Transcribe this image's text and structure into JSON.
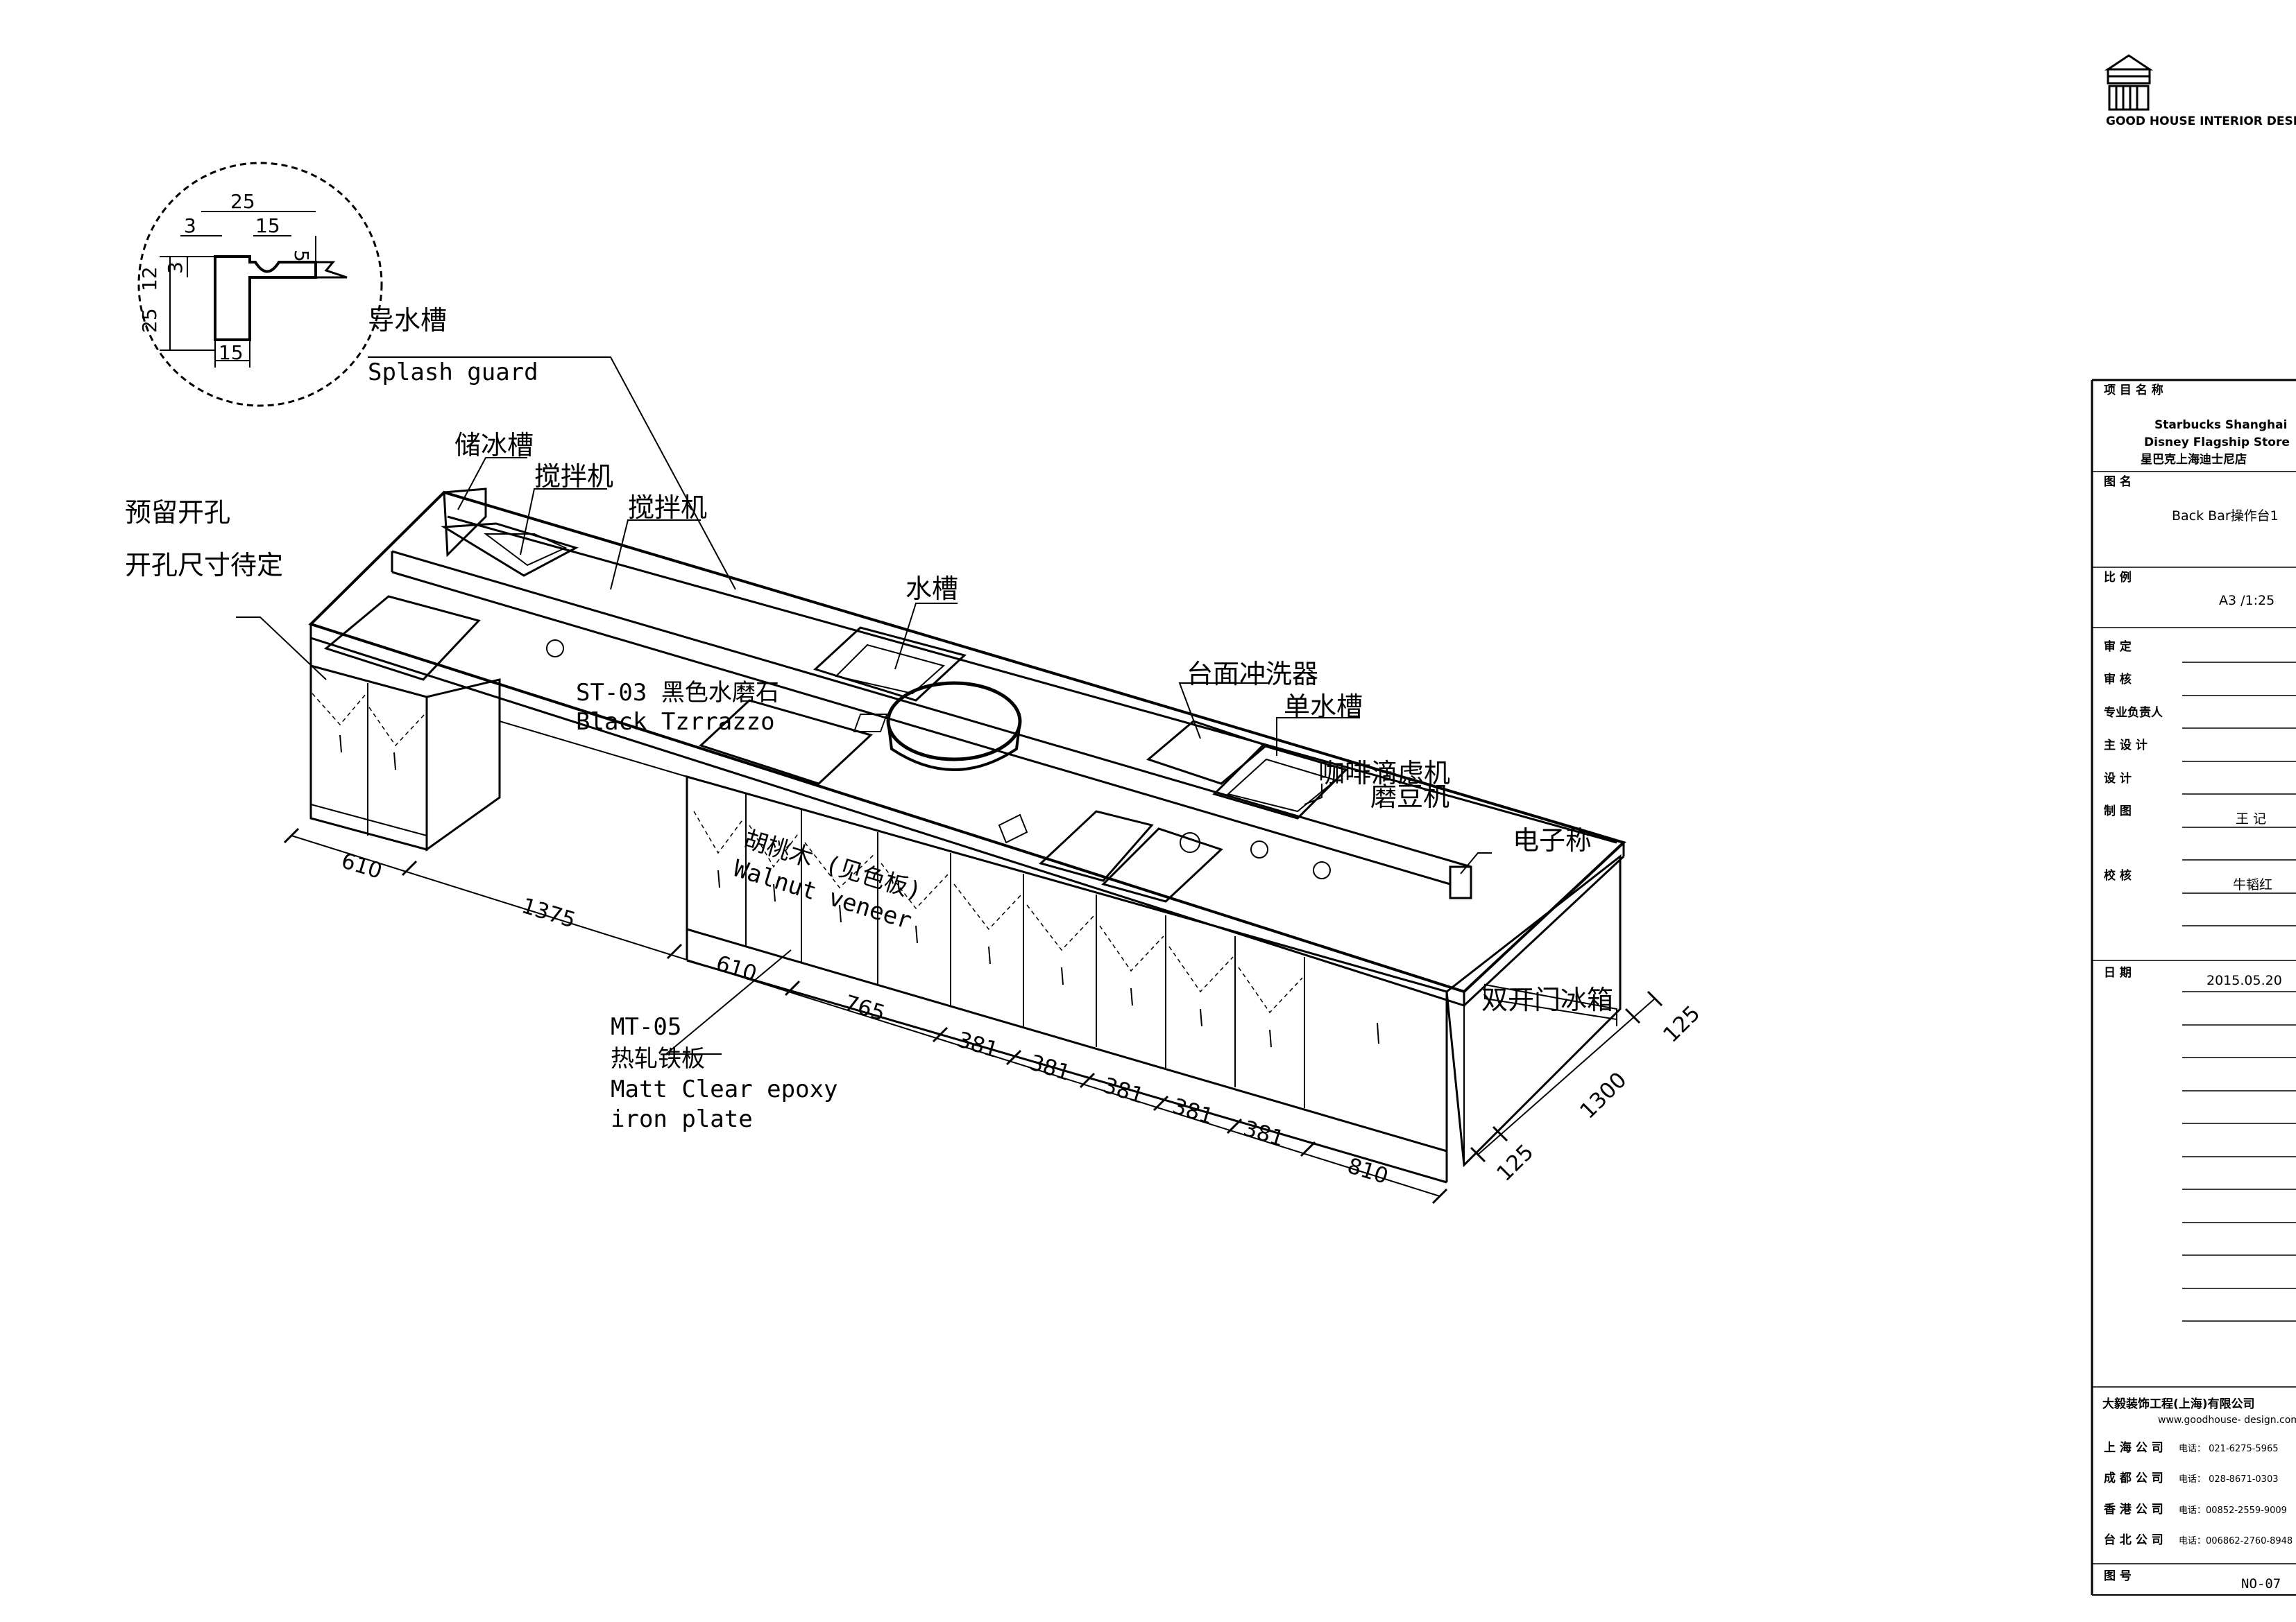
{
  "logo": {
    "company": "GOOD HOUSE INTERIOR DESIGN"
  },
  "detail": {
    "dims": [
      "25",
      "3",
      "15",
      "5",
      "12",
      "3",
      "25",
      "15"
    ],
    "label_cn": "导水槽",
    "label_en": "Splash guard"
  },
  "annotations": {
    "ice_bin": "储冰槽",
    "blender_1": "搅拌机",
    "blender_2": "搅拌机",
    "reserve_hole_1": "预留开孔",
    "reserve_hole_2": "开孔尺寸待定",
    "sink": "水槽",
    "counter_rinser": "台面冲洗器",
    "single_sink": "单水槽",
    "coffee_brewer": "咖啡滴虑机",
    "grinder": "磨豆机",
    "scale": "电子称",
    "fridge": "双开门冰箱",
    "st03_cn": "ST-03 黑色水磨石",
    "st03_en": "Black Tzrrazzo",
    "walnut_cn": "胡桃木 (见色板)",
    "walnut_en": "Walnut veneer",
    "mt05_code": "MT-05",
    "mt05_cn": "热轧铁板",
    "mt05_en_1": "Matt Clear epoxy",
    "mt05_en_2": "iron plate"
  },
  "dimensions": {
    "d610a": "610",
    "d1375": "1375",
    "d610b": "610",
    "d765": "765",
    "d381a": "381",
    "d381b": "381",
    "d381c": "381",
    "d381d": "381",
    "d381e": "381",
    "d810": "810",
    "d125a": "125",
    "d1300": "1300",
    "d125b": "125"
  },
  "title_block": {
    "project_label": "项 目 名 称",
    "project_en_1": "Starbucks Shanghai",
    "project_en_2": "Disney Flagship Store",
    "project_cn": "星巴克上海迪士尼店",
    "drawing_label": "图        名",
    "drawing_name": "Back  Bar操作台1",
    "scale_label": "比        例",
    "scale_value": "A3 /1:25",
    "approve_label": "审        定",
    "review_label": "审        核",
    "discipline_label": "专业负责人",
    "chief_label": "主  设  计",
    "design_label": "设        计",
    "draw_label": "制        图",
    "draw_value": "王  记",
    "check_label": "校        核",
    "check_value": "牛韬红",
    "date_label": "日        期",
    "date_value": "2015.05.20",
    "firm_name": "大毅装饰工程(上海)有限公司",
    "firm_web": "www.goodhouse- design.com",
    "office_1": "上 海 公 司",
    "office_1_tel": "电话：      021-6275-5965",
    "office_2": "成 都 公 司",
    "office_2_tel": "电话：     028-8671-0303",
    "office_3": "香 港 公 司",
    "office_3_tel": "电话：00852-2559-9009",
    "office_4": "台 北 公 司",
    "office_4_tel": "电话：006862-2760-8948",
    "sheet_label": "图        号",
    "sheet_value": "NO-07"
  }
}
